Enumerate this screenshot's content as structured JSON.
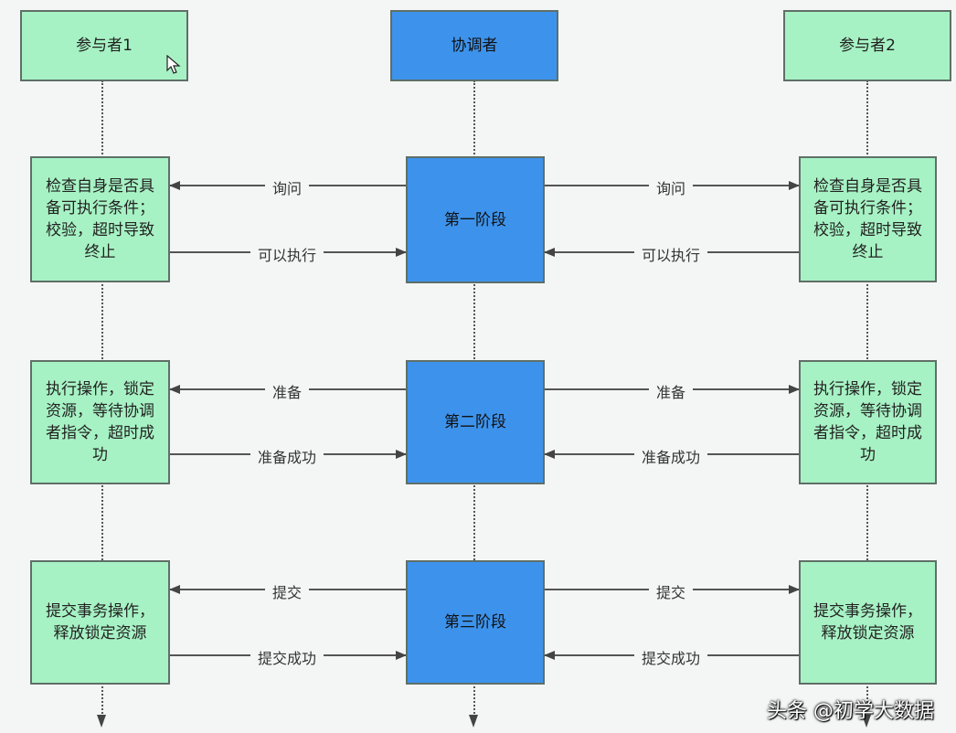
{
  "headers": {
    "participant1": "参与者1",
    "coordinator": "协调者",
    "participant2": "参与者2"
  },
  "phases": [
    {
      "name": "第一阶段",
      "left_box": "检查自身是否具备可执行条件；校验，超时导致终止",
      "right_box": "检查自身是否具备可执行条件；校验，超时导致终止",
      "request_label": "询问",
      "response_label": "可以执行"
    },
    {
      "name": "第二阶段",
      "left_box": "执行操作，锁定资源，等待协调者指令，超时成功",
      "right_box": "执行操作，锁定资源，等待协调者指令，超时成功",
      "request_label": "准备",
      "response_label": "准备成功"
    },
    {
      "name": "第三阶段",
      "left_box": "提交事务操作，释放锁定资源",
      "right_box": "提交事务操作，释放锁定资源",
      "request_label": "提交",
      "response_label": "提交成功"
    }
  ],
  "watermark": "头条 @初学大数据",
  "colors": {
    "participant": "#a7f2c4",
    "coordinator": "#3d93ec",
    "line": "#555555"
  }
}
